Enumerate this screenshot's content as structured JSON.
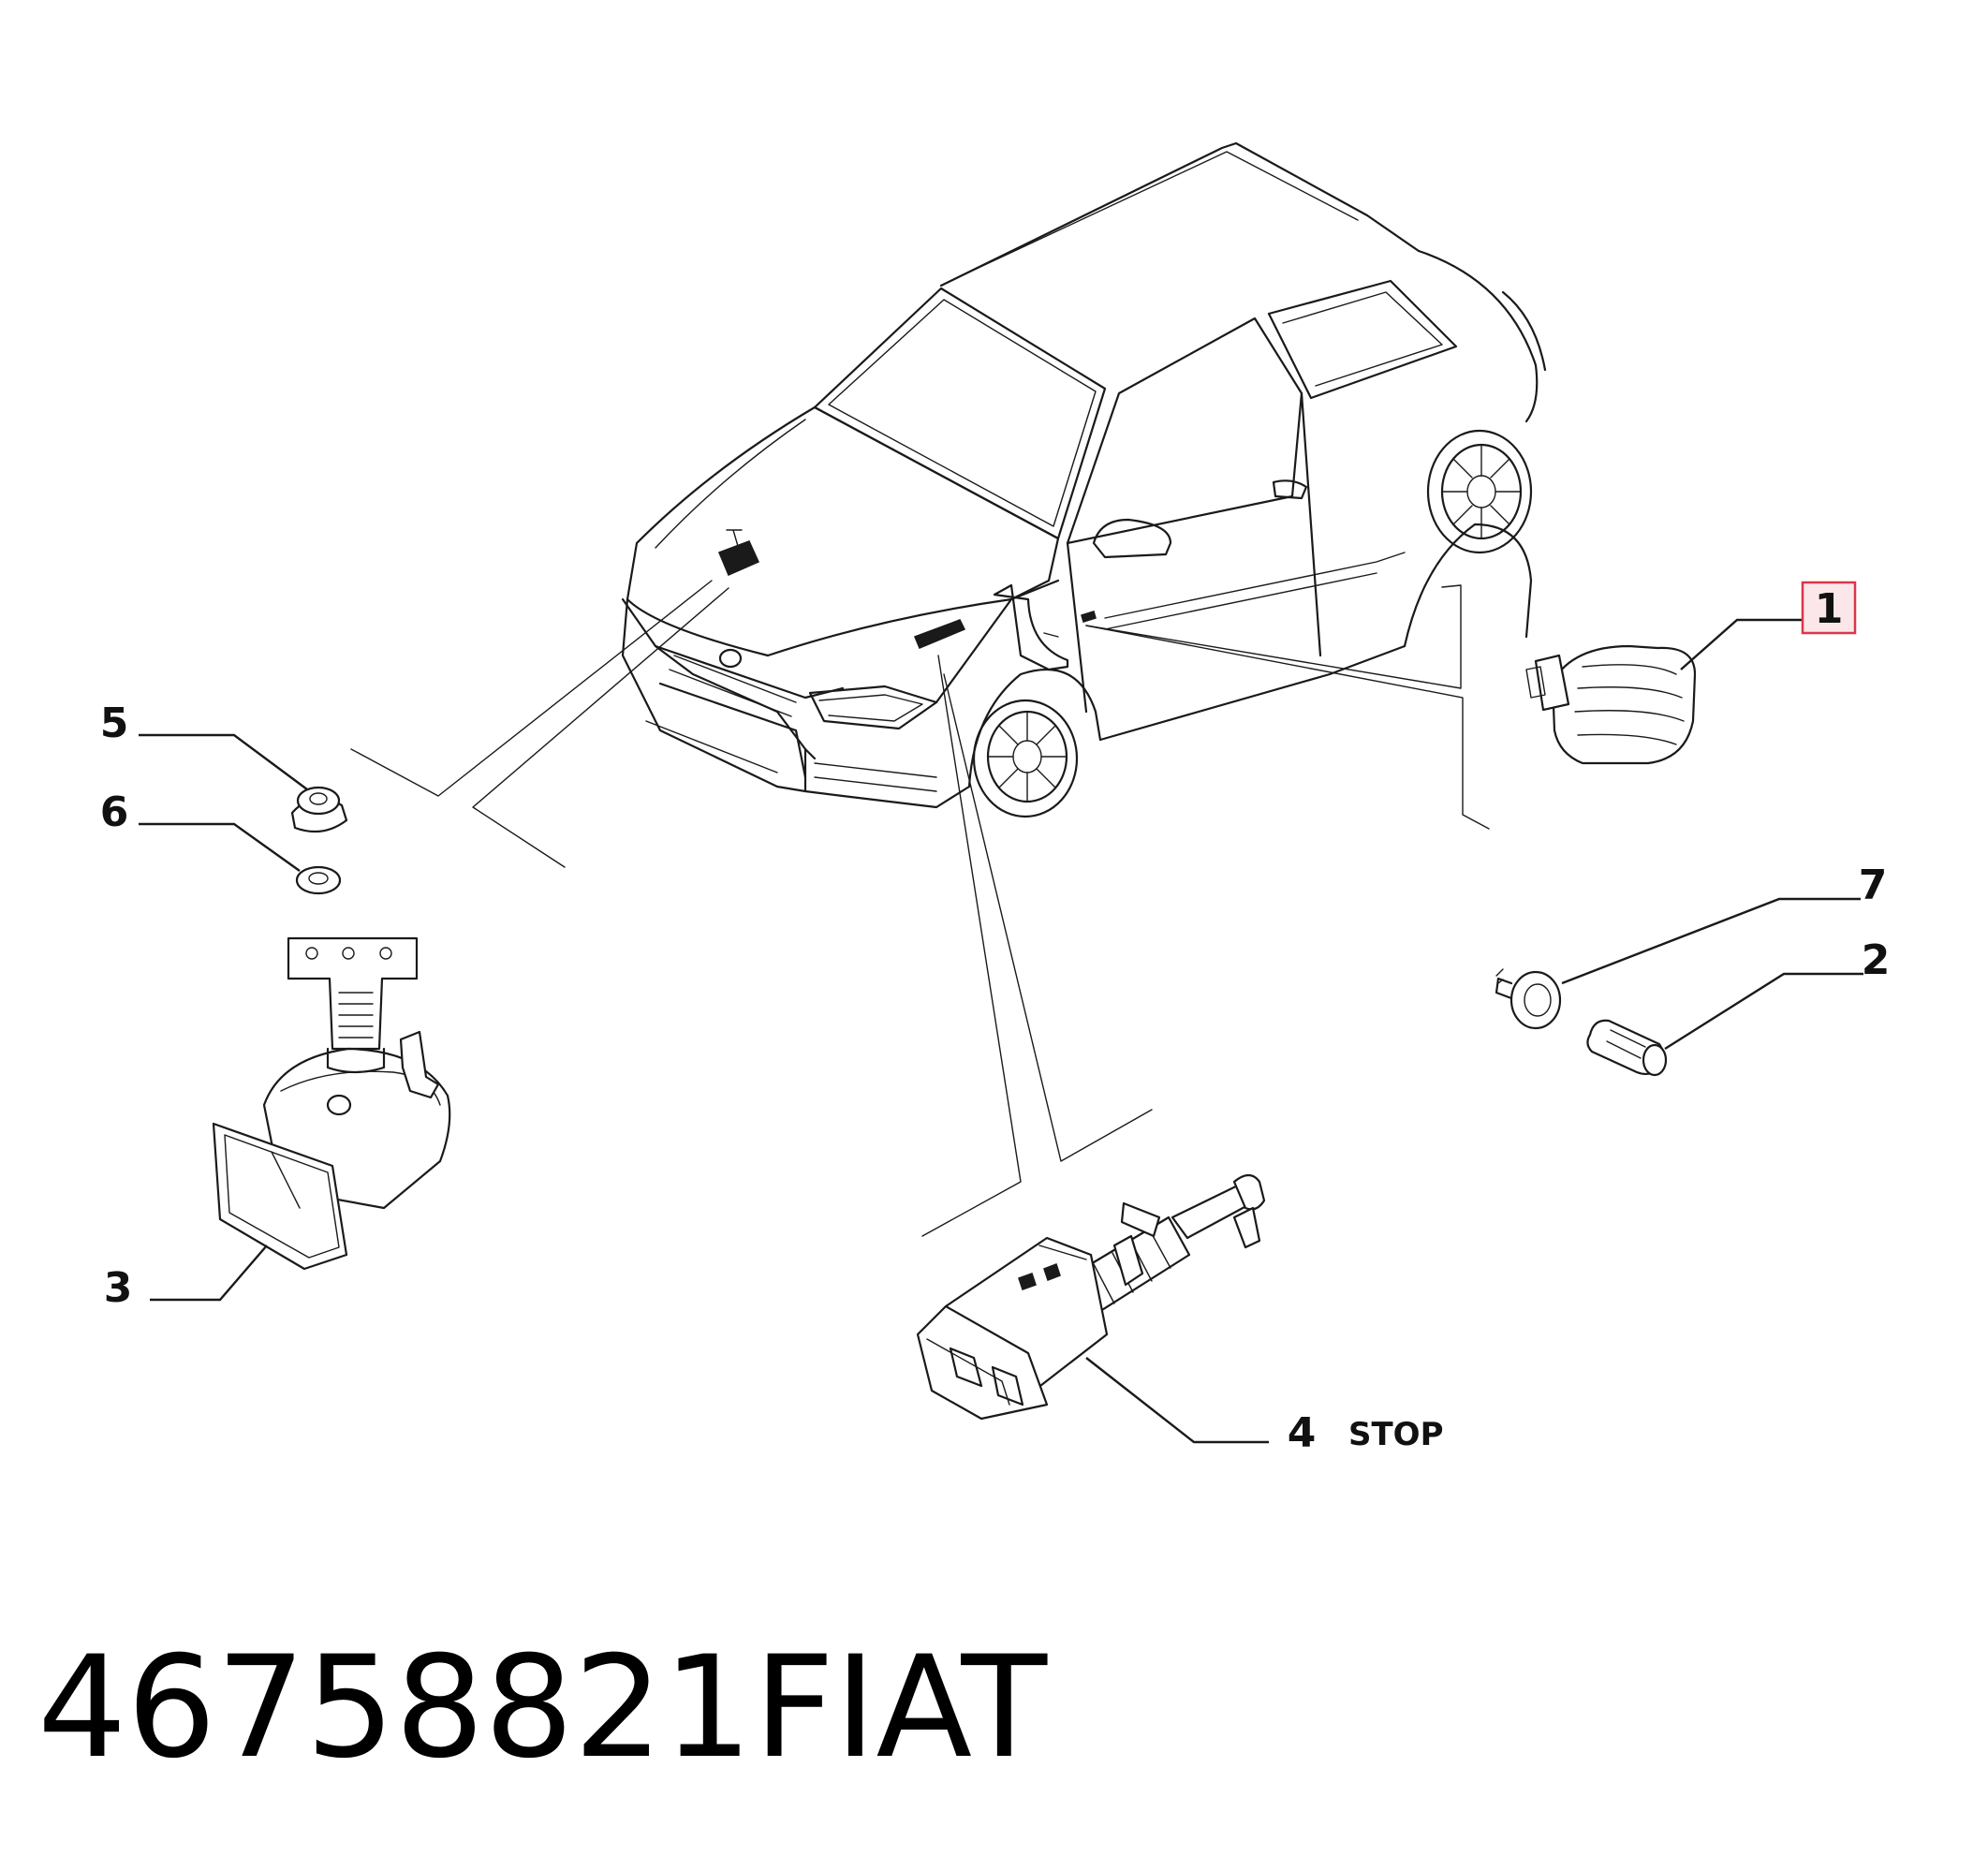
{
  "callouts": {
    "c1": "1",
    "c2": "2",
    "c3": "3",
    "c4": "4",
    "c5": "5",
    "c6": "6",
    "c7": "7"
  },
  "notes": {
    "stop": "STOP"
  },
  "footer": {
    "part_number": "46758821",
    "brand": "FIAT"
  },
  "highlight_color": "#d9374a"
}
